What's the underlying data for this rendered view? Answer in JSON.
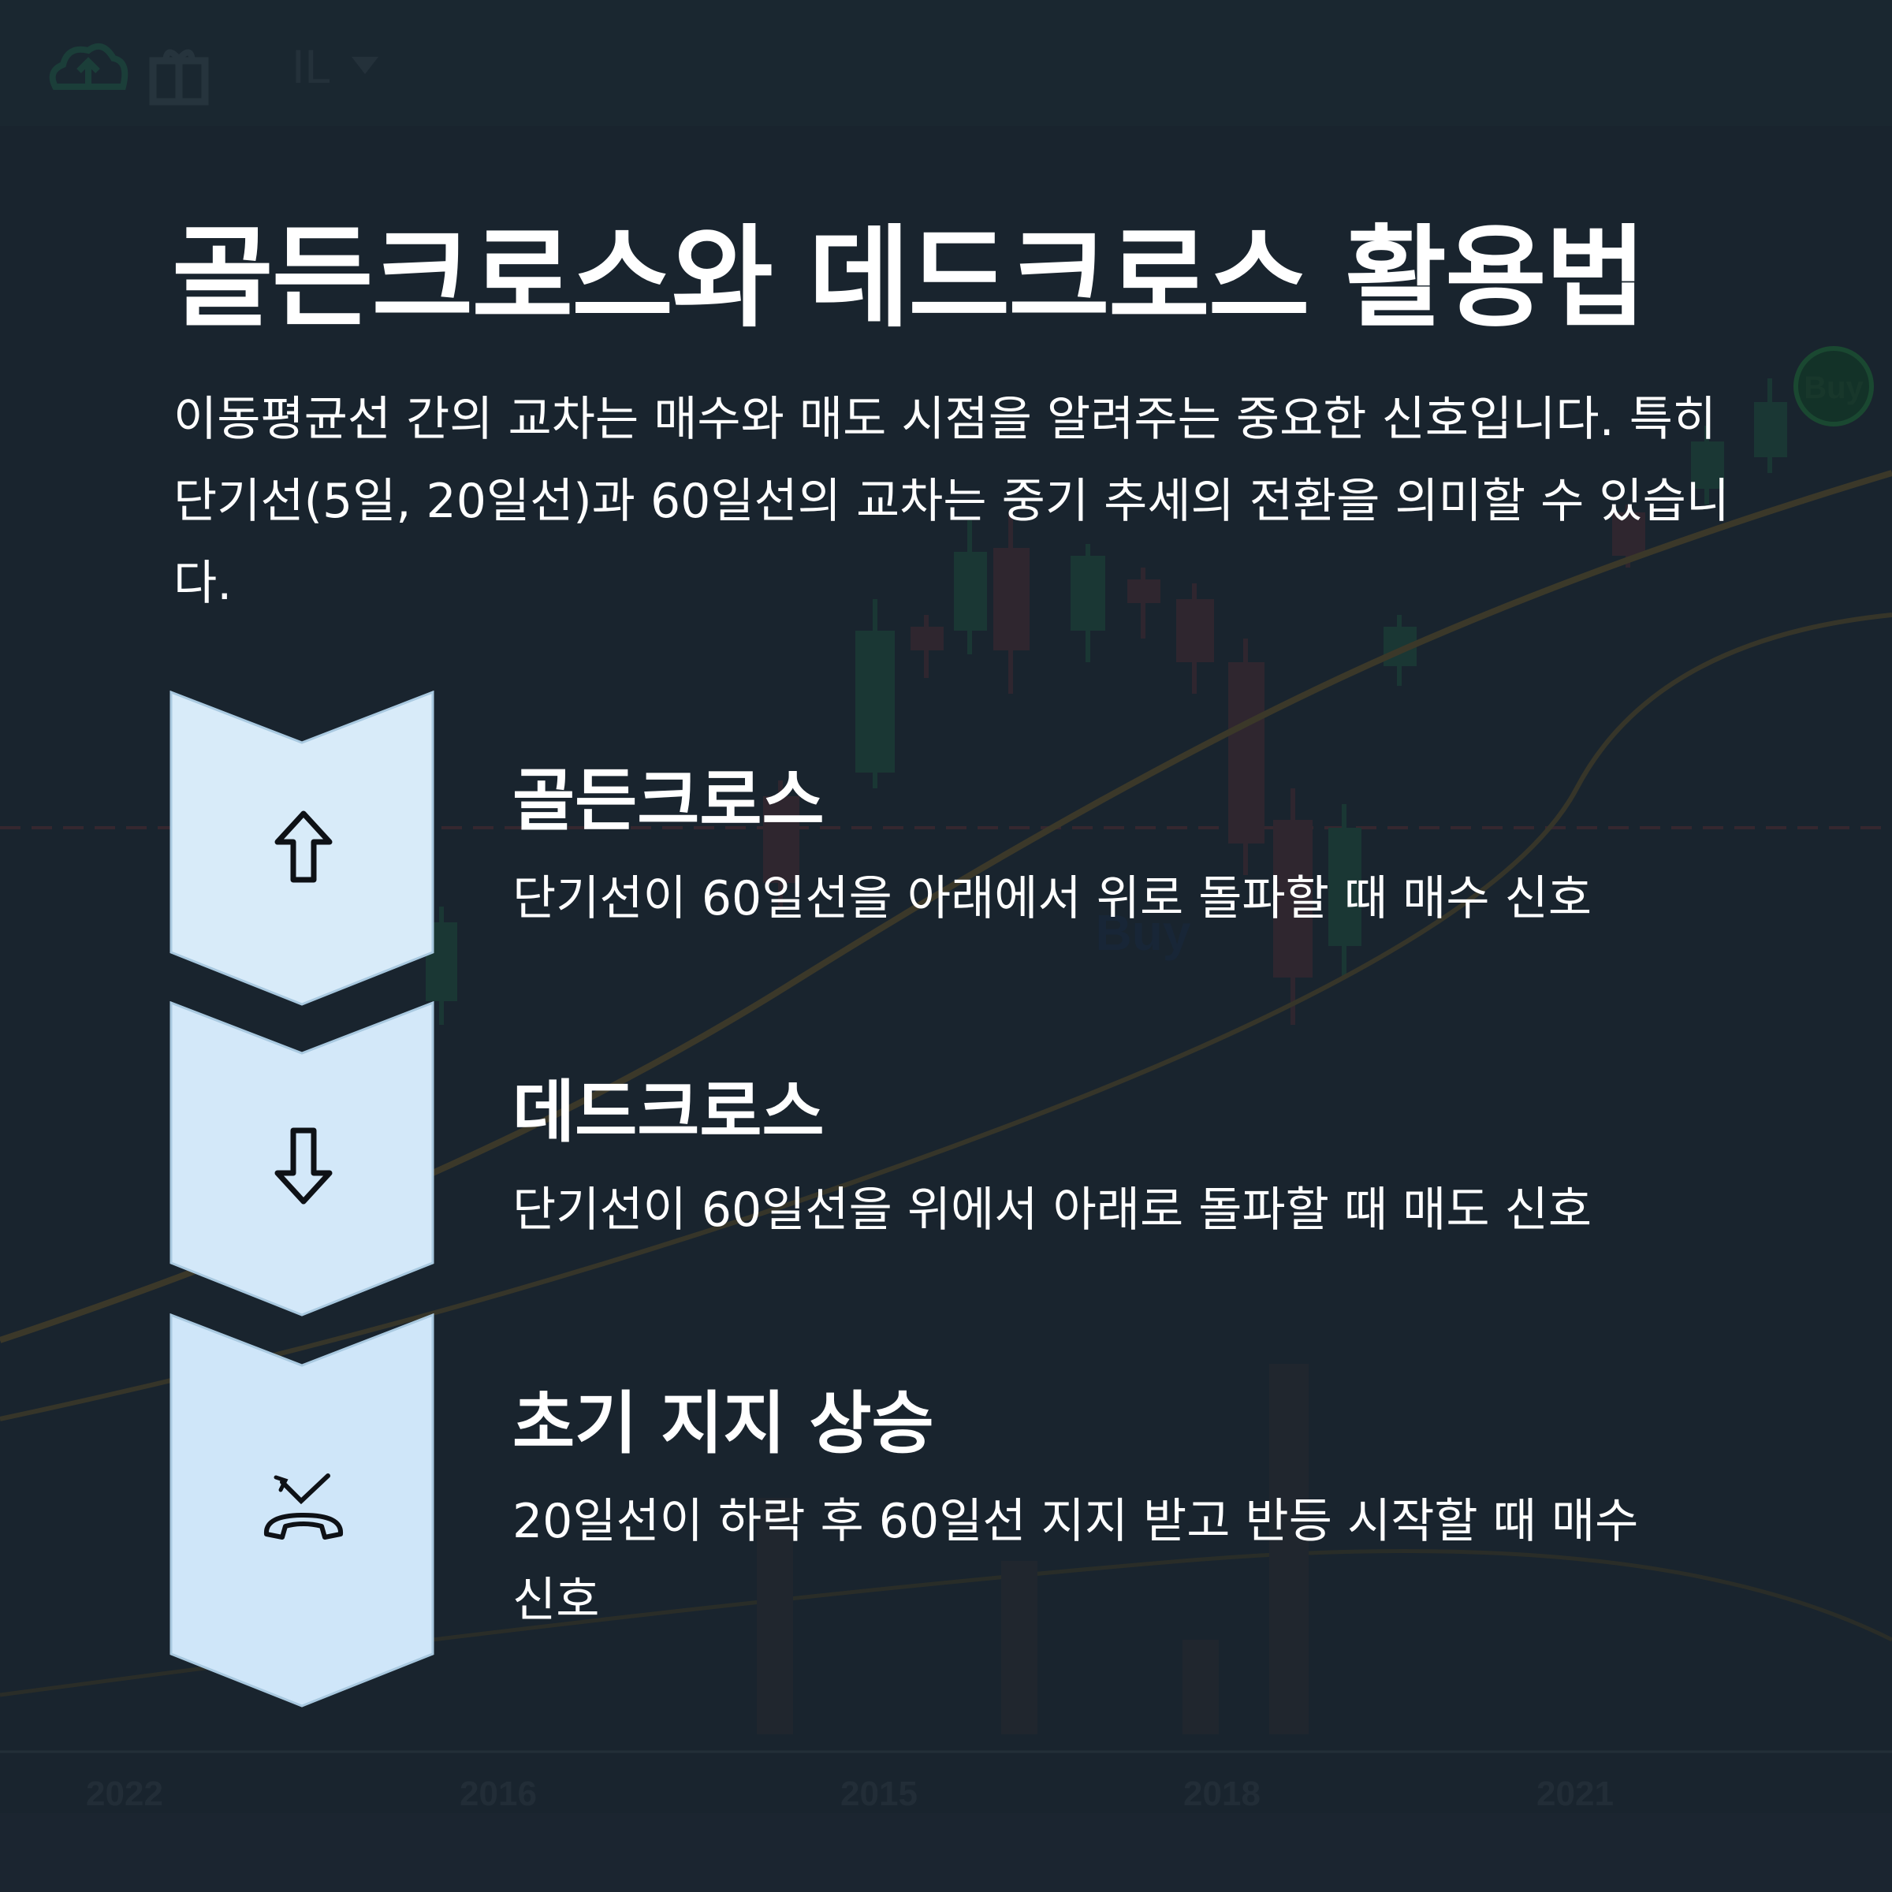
{
  "background": {
    "toolbar_icons": [
      "cloud-upload-icon",
      "gift-icon",
      "chart-type-icon"
    ],
    "toolbar_label": "IL",
    "badge_buy_top": "Buy",
    "badge_buy_mid": "Buy",
    "year_labels": [
      "2022",
      "2016",
      "2015",
      "2018",
      "2021"
    ]
  },
  "page": {
    "title": "골든크로스와 데드크로스 활용법",
    "description": "이동평균선 간의 교차는 매수와 매도 시점을 알려주는 중요한 신호입니다. 특히 단기선(5일, 20일선)과 60일선의 교차는 중기 추세의 전환을 의미할 수 있습니다."
  },
  "steps": [
    {
      "icon": "arrow-up-icon",
      "title": "골든크로스",
      "desc": "단기선이 60일선을 아래에서 위로 돌파할 때 매수 신호"
    },
    {
      "icon": "arrow-down-icon",
      "title": "데드크로스",
      "desc": "단기선이 60일선을 위에서 아래로 돌파할 때 매도 신호"
    },
    {
      "icon": "bounce-icon",
      "title": "초기 지지 상승",
      "desc": "20일선이 하락 후 60일선 지지 받고 반등 시작할 때 매수 신호"
    }
  ],
  "colors": {
    "background": "#1b2630",
    "chevron_fill": "#d5eaf8",
    "text": "#ffffff",
    "candle_up": "#1f6b4c",
    "candle_down": "#7a2a3a",
    "ma_line": "#8a6a2a"
  }
}
